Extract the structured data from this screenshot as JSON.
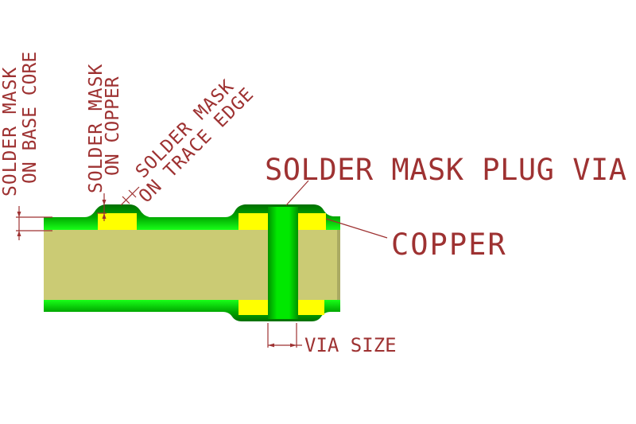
{
  "labels": {
    "base_core": {
      "line1": "SOLDER MASK",
      "line2": "ON BASE CORE"
    },
    "on_copper": {
      "line1": "SOLDER MASK",
      "line2": "ON COPPER"
    },
    "trace_edge": {
      "line1": "SOLDER MASK",
      "line2": "ON TRACE EDGE"
    },
    "plug_via": "SOLDER MASK PLUG VIA",
    "copper": "COPPER",
    "via_size": "VIA SIZE"
  },
  "colors": {
    "annotation_red": "#9e3232",
    "solder_mask_green": "#00e800",
    "solder_mask_green_dark": "#006f00",
    "copper_yellow": "#ffff00",
    "core_tan": "#cbcb74",
    "background": "#ffffff"
  }
}
